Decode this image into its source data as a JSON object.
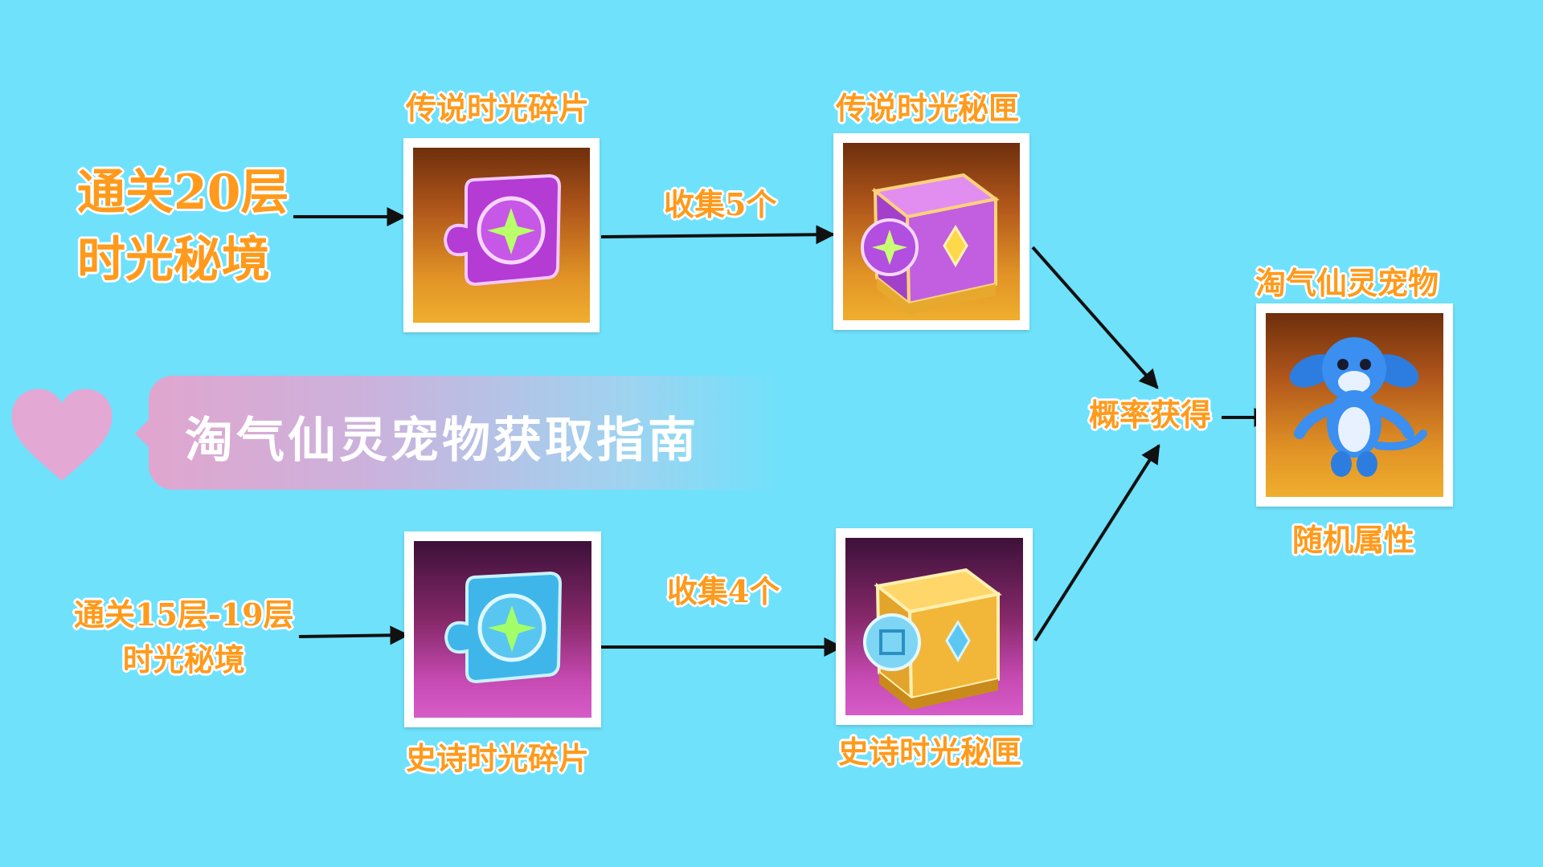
{
  "title": "淘气仙灵宠物获取指南",
  "top_path": {
    "source": [
      "通关20层",
      "时光秘境"
    ],
    "fragment": "传说时光碎片",
    "collect": "收集5个",
    "box": "传说时光秘匣"
  },
  "bottom_path": {
    "source": [
      "通关15层-19层",
      "时光秘境"
    ],
    "fragment": "史诗时光碎片",
    "collect": "收集4个",
    "box": "史诗时光秘匣"
  },
  "result": {
    "via": "概率获得",
    "pet": "淘气仙灵宠物",
    "attribute": "随机属性"
  },
  "colors": {
    "background": "#6fe1fb",
    "label_orange": "#ff9a1c",
    "heart_pink": "#e4a8d4",
    "gold_frame": "#e29426",
    "purple_frame": "#c84bb4"
  },
  "icons": [
    "heart-icon",
    "legend-fragment-icon",
    "legend-box-icon",
    "epic-fragment-icon",
    "epic-box-icon",
    "pet-icon"
  ]
}
